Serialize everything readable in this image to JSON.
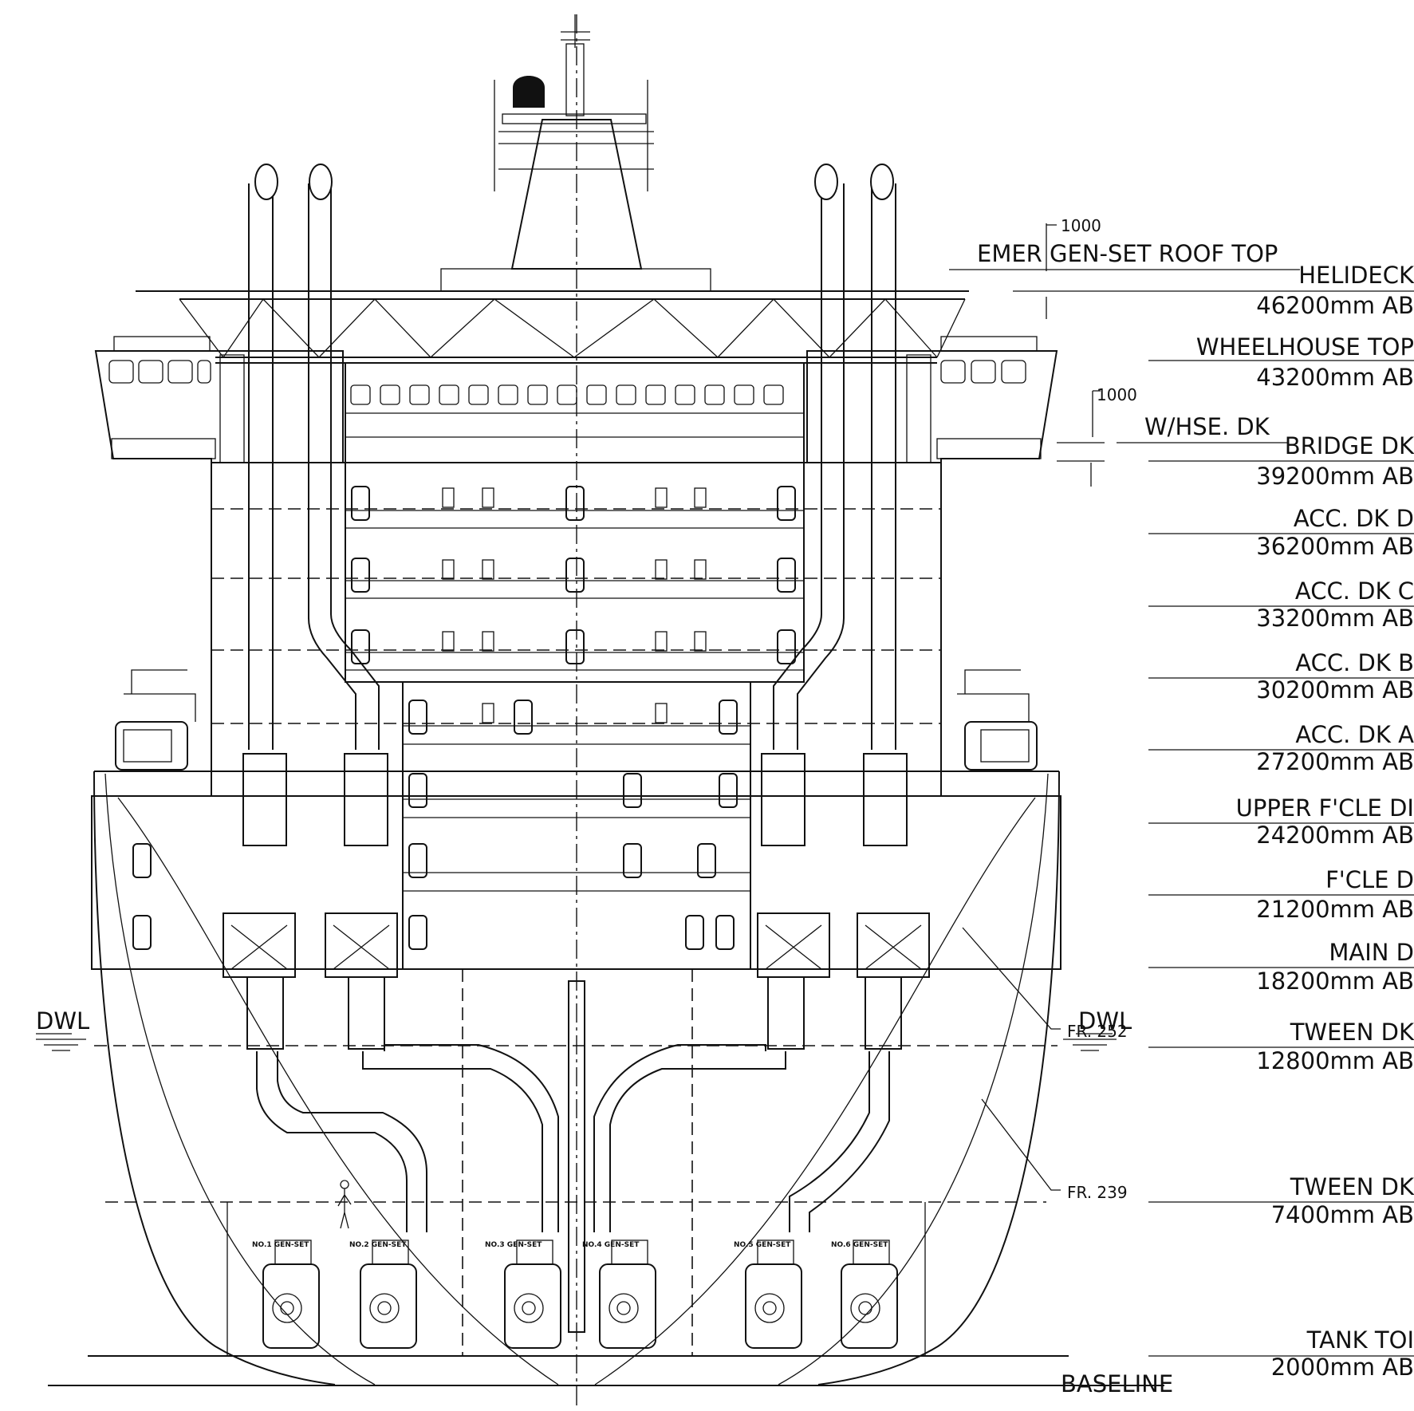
{
  "decks": [
    {
      "name": "HELIDECK",
      "elevation": "46200mm AB"
    },
    {
      "name": "WHEELHOUSE TOP",
      "elevation": "43200mm AB"
    },
    {
      "name": "BRIDGE DK",
      "elevation": "39200mm AB"
    },
    {
      "name": "ACC. DK D",
      "elevation": "36200mm AB"
    },
    {
      "name": "ACC. DK C",
      "elevation": "33200mm AB"
    },
    {
      "name": "ACC. DK B",
      "elevation": "30200mm AB"
    },
    {
      "name": "ACC. DK A",
      "elevation": "27200mm AB"
    },
    {
      "name": "UPPER F'CLE DI",
      "elevation": "24200mm AB"
    },
    {
      "name": "F'CLE D",
      "elevation": "21200mm AB"
    },
    {
      "name": "MAIN D",
      "elevation": "18200mm AB"
    },
    {
      "name": "TWEEN DK",
      "elevation": "12800mm AB"
    },
    {
      "name": "TWEEN DK",
      "elevation": "7400mm AB"
    },
    {
      "name": "TANK TOI",
      "elevation": "2000mm AB"
    }
  ],
  "labels": {
    "emer_gen_roof": "EMER GEN-SET ROOF TOP",
    "whse_dk": "W/HSE. DK",
    "dim_1000_a": "1000",
    "dim_1000_b": "1000",
    "dwl_left": "DWL",
    "dwl_right": "DWL",
    "fr_252": "FR. 252",
    "fr_239": "FR. 239",
    "baseline": "BASELINE"
  },
  "gensets": [
    "NO.1 GEN-SET",
    "NO.2 GEN-SET",
    "NO.3 GEN-SET",
    "NO.4 GEN-SET",
    "NO.5 GEN-SET",
    "NO.6 GEN-SET"
  ]
}
